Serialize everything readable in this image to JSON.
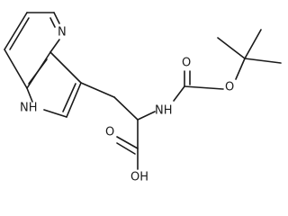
{
  "molecule": {
    "atoms": {
      "n_pyridine": "N",
      "nh_pyrrole": "NH",
      "o_carbamate_carbonyl": "O",
      "o_carbamate_ester": "O",
      "nh_carbamate": "NH",
      "o_acid_carbonyl": "O",
      "oh_acid": "OH"
    }
  }
}
